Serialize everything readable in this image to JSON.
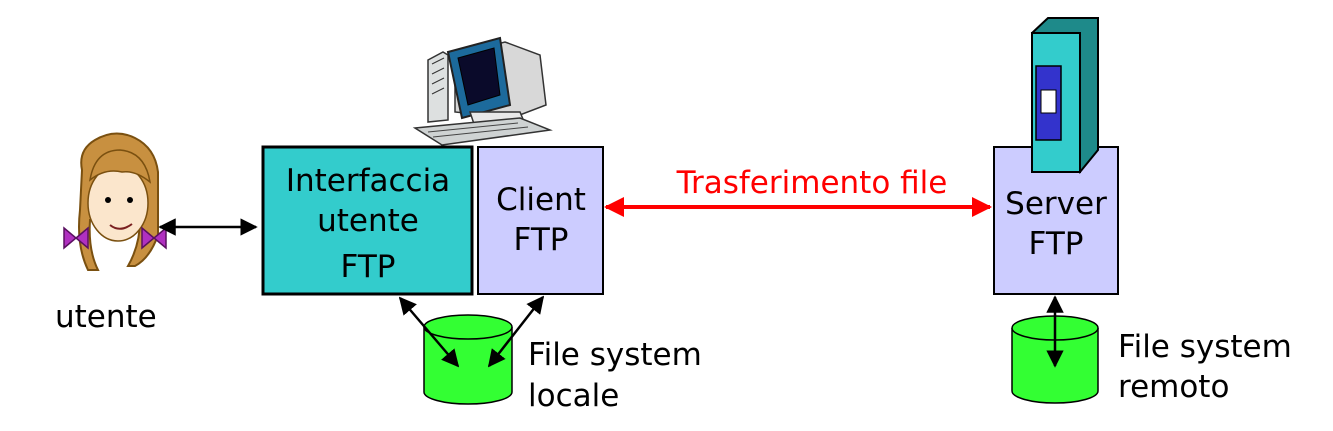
{
  "user_label": "utente",
  "ui_box": {
    "lines": [
      "Interfaccia",
      "utente",
      "FTP"
    ]
  },
  "client_box": {
    "lines": [
      "Client",
      "FTP"
    ]
  },
  "server_box": {
    "lines": [
      "Server",
      "FTP"
    ]
  },
  "transfer_label": "Trasferimento file",
  "local_fs": {
    "lines": [
      "File system",
      "locale"
    ]
  },
  "remote_fs": {
    "lines": [
      "File system",
      "remoto"
    ]
  },
  "colors": {
    "ui_box_fill": "#33cccc",
    "client_server_fill": "#ccccff",
    "transfer_arrow": "#ff0000",
    "disk_fill": "#33ff33",
    "server_body": "#33cccc",
    "server_panel": "#3333cc"
  },
  "icons": {
    "user": "person-icon",
    "pc": "desktop-computer-icon",
    "server": "server-tower-icon",
    "local_disk": "disk-icon",
    "remote_disk": "disk-icon"
  }
}
